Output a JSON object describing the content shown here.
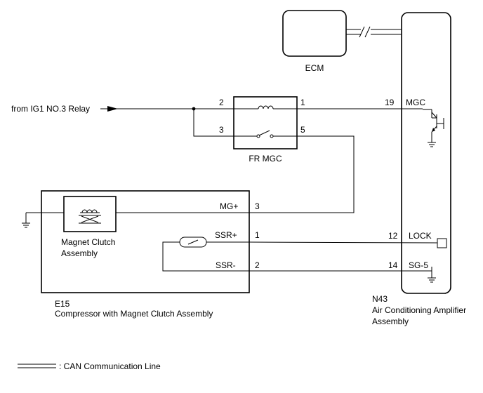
{
  "ecm": {
    "label": "ECM"
  },
  "input": {
    "label": "from IG1 NO.3 Relay"
  },
  "relay": {
    "label": "FR MGC",
    "pins": {
      "p2": "2",
      "p1": "1",
      "p3": "3",
      "p5": "5"
    }
  },
  "compressor": {
    "pins": {
      "mg_plus": "MG+",
      "ssr_plus": "SSR+",
      "ssr_minus": "SSR-"
    },
    "pin_numbers": {
      "mg_plus": "3",
      "ssr_plus": "1",
      "ssr_minus": "2"
    },
    "clutch_label_1": "Magnet Clutch",
    "clutch_label_2": "Assembly",
    "code": "E15",
    "name": "Compressor with Magnet Clutch Assembly"
  },
  "amplifier": {
    "pins": {
      "mgc": "MGC",
      "lock": "LOCK",
      "sg5": "SG-5"
    },
    "pin_numbers": {
      "mgc": "19",
      "lock": "12",
      "sg5": "14"
    },
    "code": "N43",
    "name_1": "Air Conditioning Amplifier",
    "name_2": "Assembly"
  },
  "legend": {
    "can_line": ": CAN Communication Line"
  }
}
